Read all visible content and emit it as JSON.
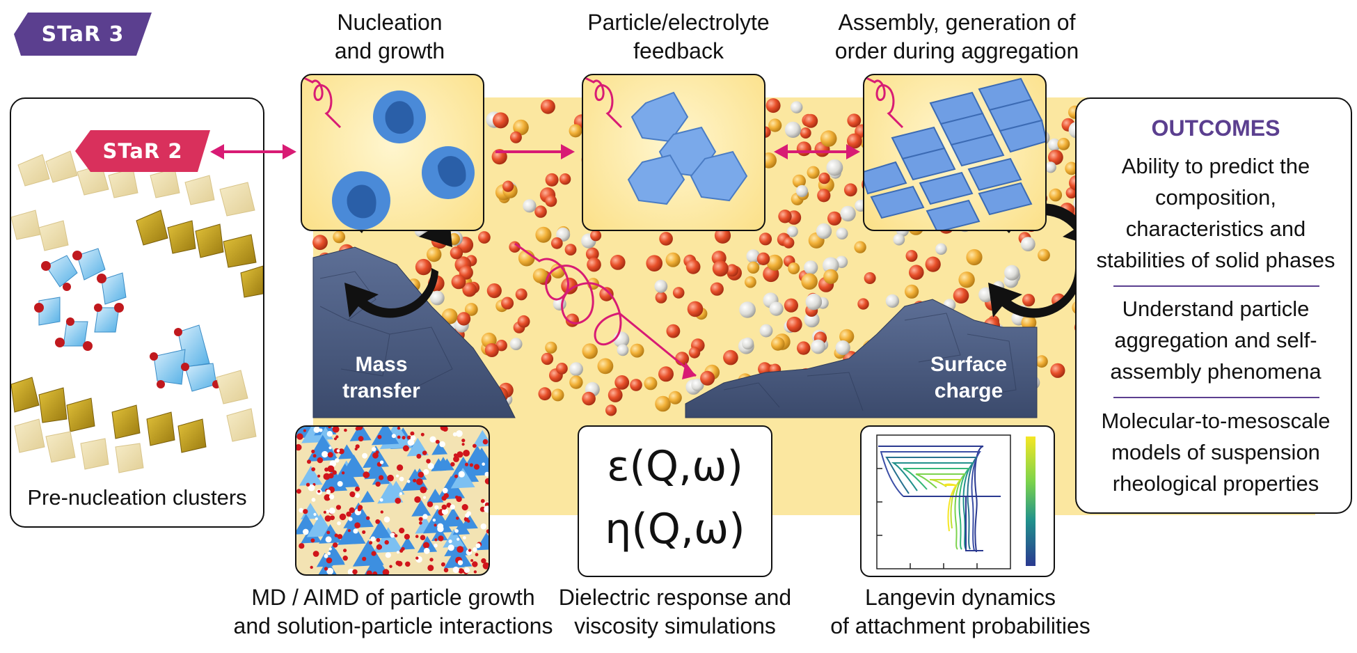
{
  "tags": {
    "star3": "STaR 3",
    "star2": "STaR 2"
  },
  "stages": {
    "nucleation": "Nucleation\nand growth",
    "feedback": "Particle/electrolyte\nfeedback",
    "assembly": "Assembly, generation of\norder during aggregation"
  },
  "prenucleation": {
    "caption": "Pre-nucleation clusters"
  },
  "processes": {
    "mass_transfer": "Mass\ntransfer",
    "surface_charge": "Surface\ncharge"
  },
  "methods": {
    "md_caption": "MD / AIMD of particle growth\nand solution-particle interactions",
    "dielectric_eq1": "ε(Q,ω)",
    "dielectric_eq2": "η(Q,ω)",
    "dielectric_caption": "Dielectric response and\nviscosity simulations",
    "langevin_caption": "Langevin dynamics\nof attachment probabilities"
  },
  "outcomes": {
    "heading": "OUTCOMES",
    "items": [
      "Ability to predict the composition, characteristics and stabilities of solid phases",
      "Understand particle aggregation and self-assembly phenomena",
      "Molecular-to-mesoscale models of suspension rheological properties"
    ]
  },
  "colors": {
    "star3": "#5b3f8f",
    "star2": "#d9305c",
    "accent_pink": "#d81b74",
    "outcome_heading": "#5b3f8f",
    "tile_yellow": "#fbe49a",
    "particle_blue": "#4a8ad8",
    "substrate": "#4d5d82"
  }
}
